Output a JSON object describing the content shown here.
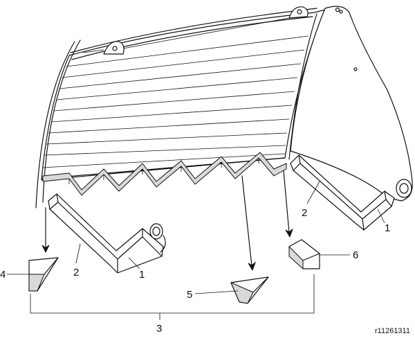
{
  "figure": {
    "reference_code": "r11261311"
  },
  "callouts": [
    {
      "id": "callout-1-left",
      "label": "1"
    },
    {
      "id": "callout-2-left",
      "label": "2"
    },
    {
      "id": "callout-1-right",
      "label": "1"
    },
    {
      "id": "callout-2-right",
      "label": "2"
    },
    {
      "id": "callout-3",
      "label": "3"
    },
    {
      "id": "callout-4",
      "label": "4"
    },
    {
      "id": "callout-5",
      "label": "5"
    },
    {
      "id": "callout-6",
      "label": "6"
    }
  ]
}
